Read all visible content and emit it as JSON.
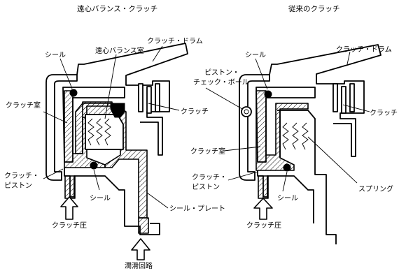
{
  "left_diagram": {
    "title": "遠心バランス・クラッチ",
    "labels": {
      "seal_top": "シール",
      "balance_chamber": "遠心バランス室",
      "clutch_drum": "クラッチ・ドラム",
      "clutch_chamber": "クラッチ室",
      "clutch": "クラッチ",
      "clutch_piston_1": "クラッチ・",
      "clutch_piston_2": "ピストン",
      "seal_bottom": "シール",
      "seal_plate": "シール・プレート",
      "clutch_pressure": "クラッチ圧",
      "lube_circuit": "潤滑回路"
    }
  },
  "right_diagram": {
    "title": "従来のクラッチ",
    "labels": {
      "seal_top": "シール",
      "clutch_drum": "クラッチ・ドラム",
      "check_ball_1": "ピストン・",
      "check_ball_2": "チェック・ボール",
      "clutch": "クラッチ",
      "clutch_chamber": "クラッチ室",
      "clutch_piston_1": "クラッチ・",
      "clutch_piston_2": "ピストン",
      "spring": "スプリング",
      "seal_bottom": "シール",
      "clutch_pressure": "クラッチ圧"
    }
  }
}
